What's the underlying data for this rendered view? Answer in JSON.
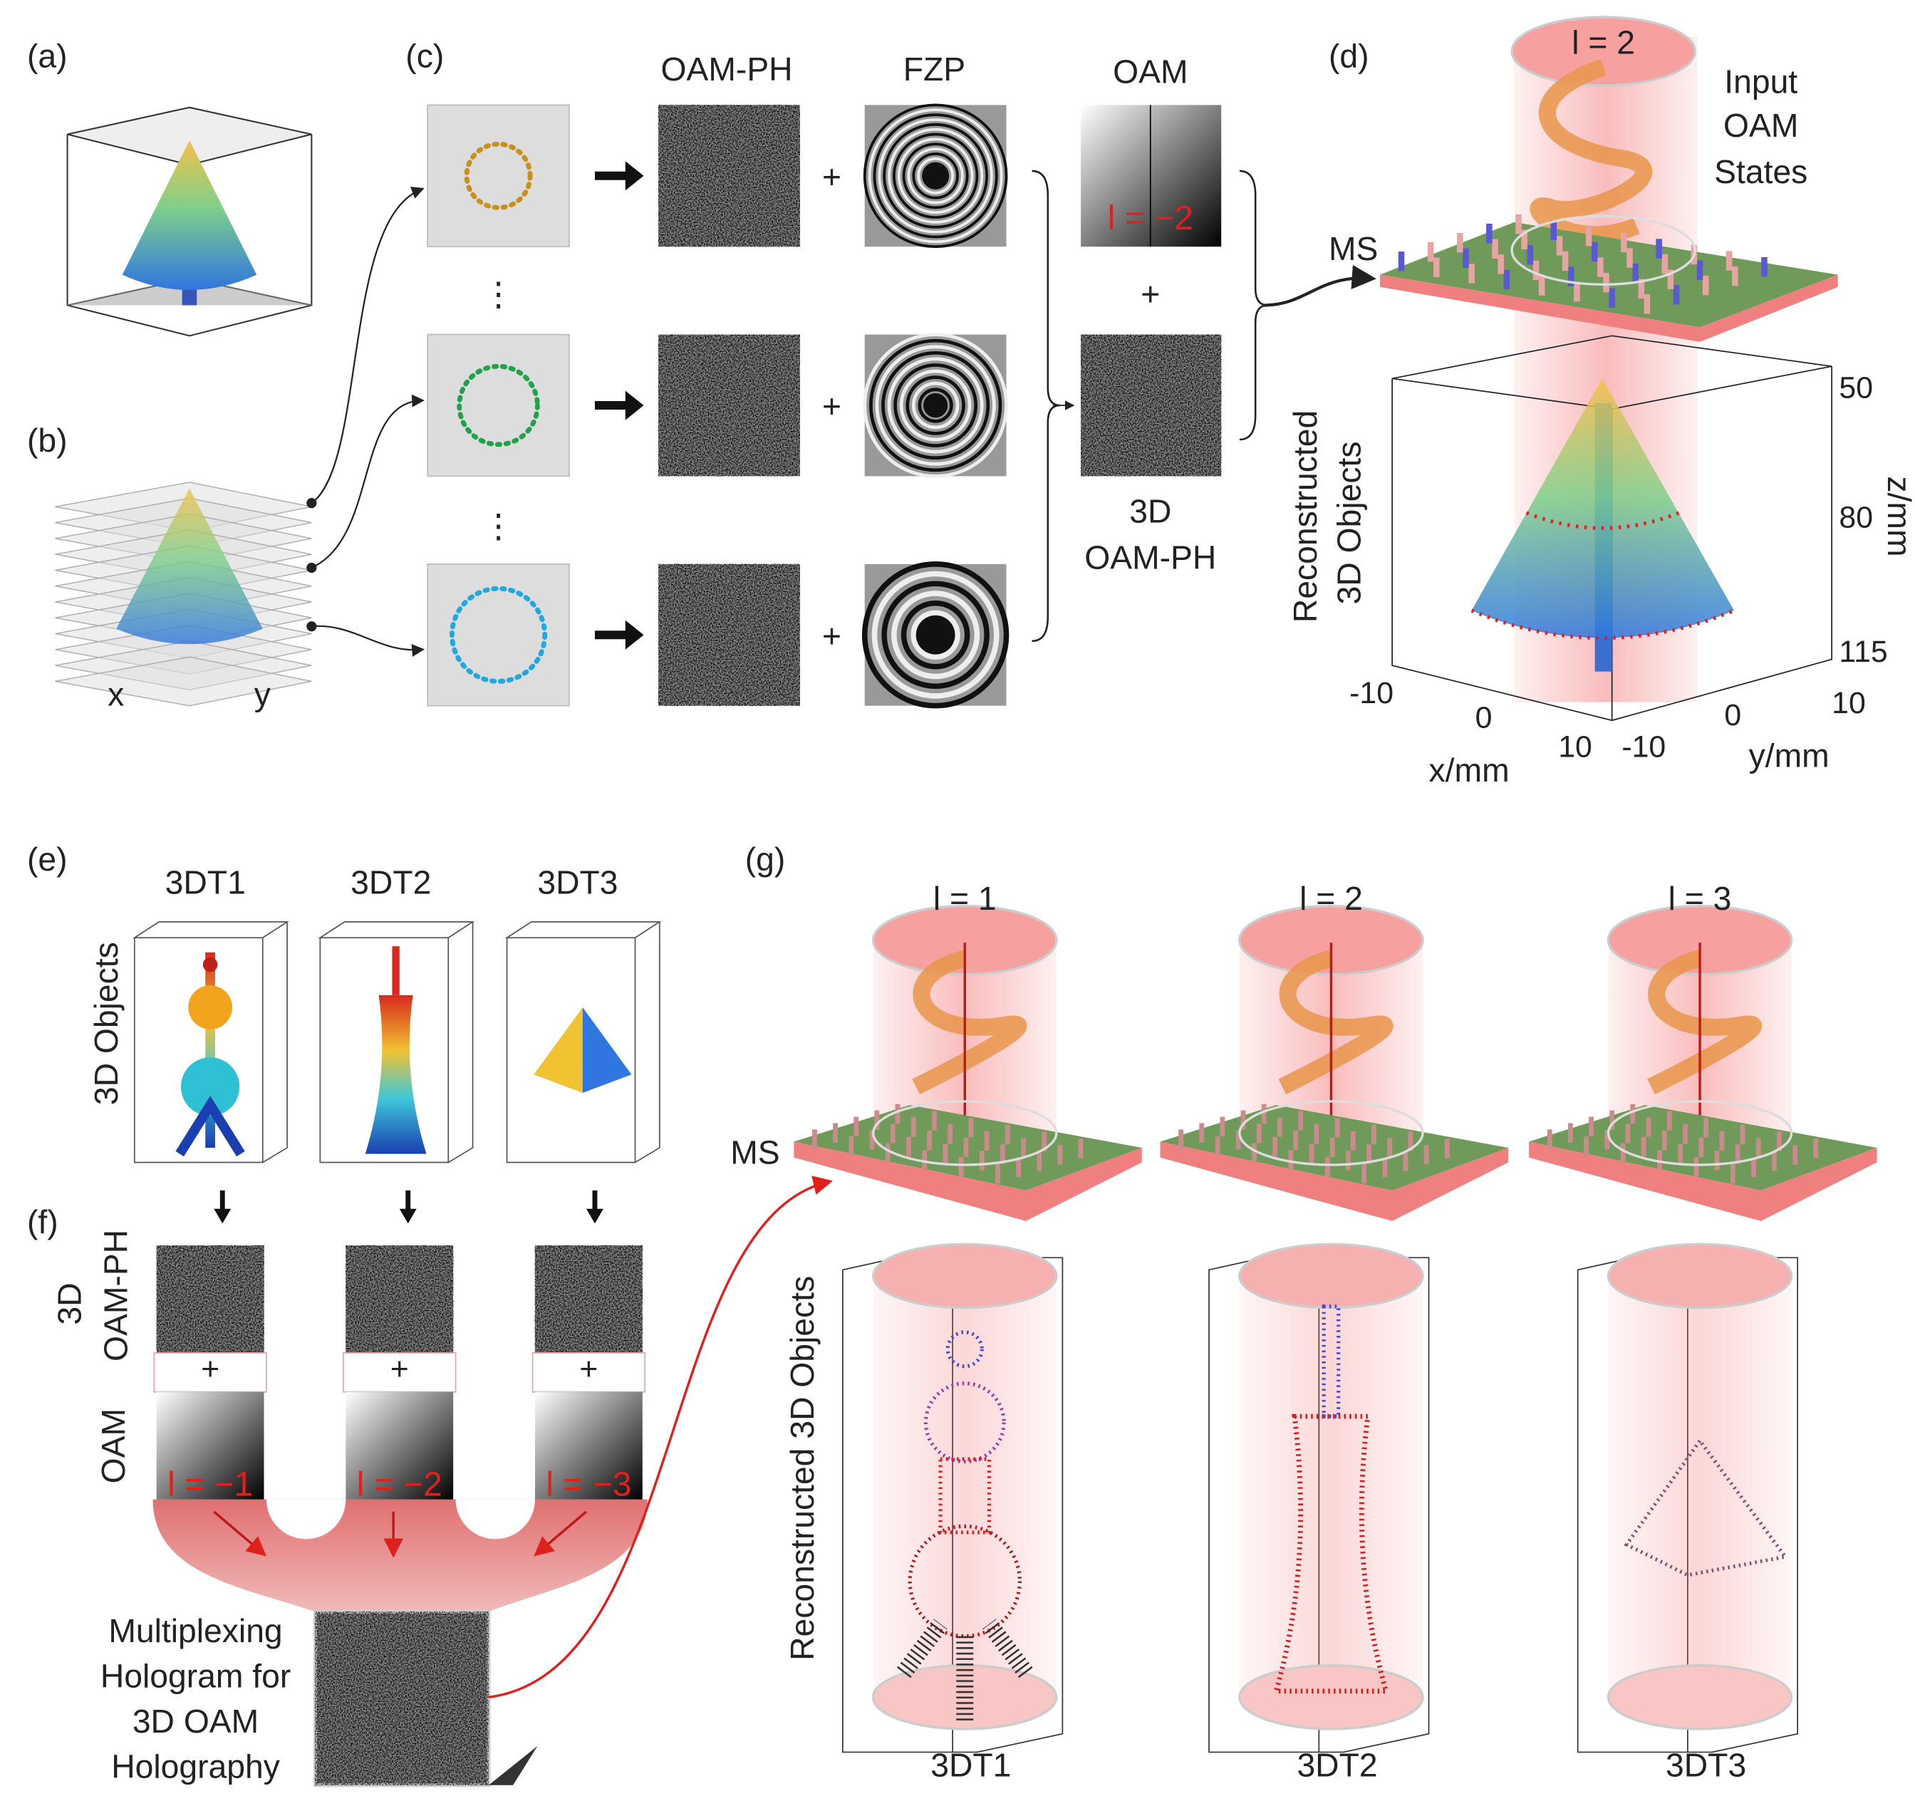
{
  "panels": {
    "a": {
      "label": "(a)"
    },
    "b": {
      "label": "(b)",
      "axis_x": "x",
      "axis_y": "y"
    },
    "c": {
      "label": "(c)",
      "col_oamph": "OAM-PH",
      "col_fzp": "FZP",
      "col_oam": "OAM",
      "plus": "+",
      "oam_l": "l = −2",
      "ph3d_line1": "3D",
      "ph3d_line2": "OAM-PH",
      "dots": "⋮"
    },
    "d": {
      "label": "(d)",
      "l_value": "l = 2",
      "input_line1": "Input",
      "input_line2": "OAM",
      "input_line3": "States",
      "ms": "MS",
      "recon_line1": "Reconstructed",
      "recon_line2": "3D Objects",
      "z_ticks": [
        "50",
        "80",
        "115"
      ],
      "z_label": "z/mm",
      "x_ticks": [
        "-10",
        "0",
        "10"
      ],
      "x_label": "x/mm",
      "y_ticks": [
        "-10",
        "0",
        "10"
      ],
      "y_label": "y/mm"
    },
    "e": {
      "label": "(e)",
      "side_label": "3D Objects",
      "objects": [
        "3DT1",
        "3DT2",
        "3DT3"
      ]
    },
    "f": {
      "label": "(f)",
      "row1_line1": "3D",
      "row1_line2": "OAM-PH",
      "row2": "OAM",
      "plus": "+",
      "l_values": [
        "l = −1",
        "l = −2",
        "l = −3"
      ],
      "mux_lines": [
        "Multiplexing",
        "Hologram for",
        "3D OAM",
        "Holography"
      ]
    },
    "g": {
      "label": "(g)",
      "l_values": [
        "l = 1",
        "l = 2",
        "l = 3"
      ],
      "ms": "MS",
      "side_label": "Reconstructed 3D Objects",
      "objects": [
        "3DT1",
        "3DT2",
        "3DT3"
      ]
    }
  },
  "colors": {
    "laser": "#f26b6b",
    "metasurface": "#6f9a5a",
    "accent_red": "#e0201c"
  }
}
